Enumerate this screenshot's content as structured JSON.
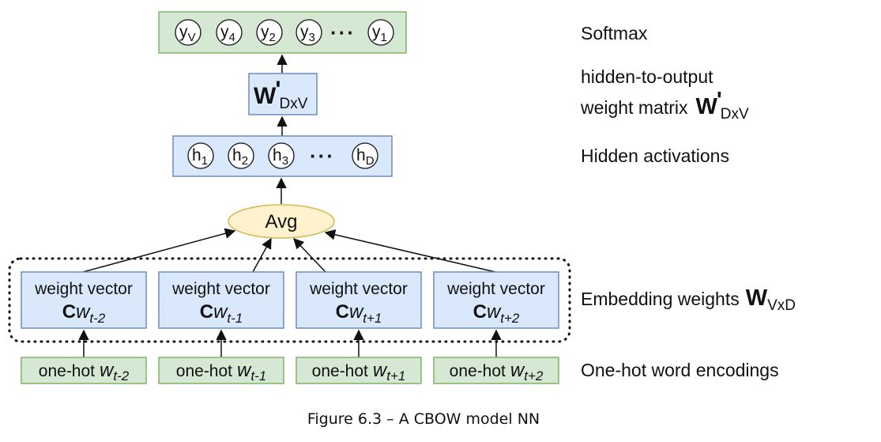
{
  "softmax": {
    "label": "Softmax",
    "nodes": [
      {
        "base": "y",
        "sub": "V"
      },
      {
        "base": "y",
        "sub": "4"
      },
      {
        "base": "y",
        "sub": "2"
      },
      {
        "base": "y",
        "sub": "3"
      },
      {
        "base": "y",
        "sub": "1"
      }
    ],
    "ellipsis": "···"
  },
  "output_weights": {
    "symbol": "W",
    "prime": "'",
    "sub": "DxV",
    "label_line1": "hidden-to-output",
    "label_line2": "weight matrix",
    "label_symbol": "W",
    "label_prime": "'",
    "label_sub": "DxV"
  },
  "hidden": {
    "label": "Hidden activations",
    "nodes": [
      {
        "base": "h",
        "sub": "1"
      },
      {
        "base": "h",
        "sub": "2"
      },
      {
        "base": "h",
        "sub": "3"
      },
      {
        "base": "h",
        "sub": "D"
      }
    ],
    "ellipsis": "···"
  },
  "avg": {
    "label": "Avg"
  },
  "embedding": {
    "label": "Embedding weights",
    "label_symbol": "W",
    "label_sub": "VxD",
    "vectors": [
      {
        "line1": "weight vector",
        "c": "C",
        "w": "w",
        "sub": "t-2"
      },
      {
        "line1": "weight vector",
        "c": "C",
        "w": "w",
        "sub": "t-1"
      },
      {
        "line1": "weight vector",
        "c": "C",
        "w": "w",
        "sub": "t+1"
      },
      {
        "line1": "weight vector",
        "c": "C",
        "w": "w",
        "sub": "t+2"
      }
    ]
  },
  "onehot": {
    "label": "One-hot word encodings",
    "items": [
      {
        "text": "one-hot",
        "w": "w",
        "sub": "t-2"
      },
      {
        "text": "one-hot",
        "w": "w",
        "sub": "t-1"
      },
      {
        "text": "one-hot",
        "w": "w",
        "sub": "t+1"
      },
      {
        "text": "one-hot",
        "w": "w",
        "sub": "t+2"
      }
    ]
  },
  "caption": "Figure 6.3 – A CBOW model NN",
  "colors": {
    "green_fill": "#d5e8d4",
    "green_stroke": "#82b366",
    "blue_fill": "#dae8fc",
    "blue_stroke": "#6c8ebf",
    "avg_fill": "#fff2cc",
    "avg_stroke": "#d6b656"
  }
}
